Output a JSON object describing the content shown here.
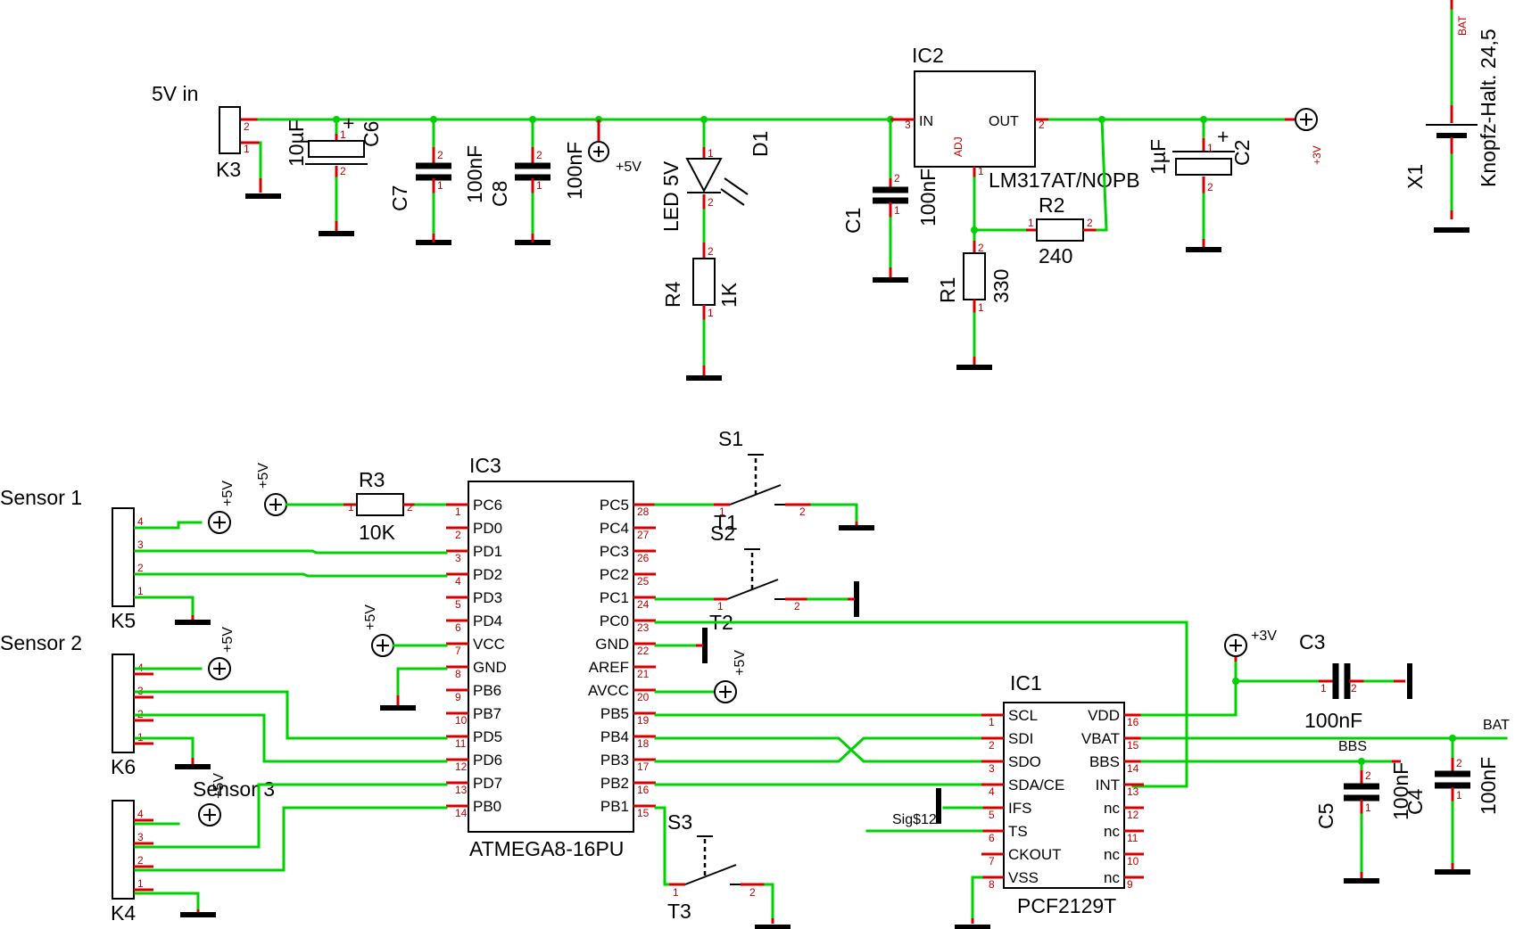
{
  "labels": {
    "input": "5V in",
    "plus5": "+5V",
    "plus3": "+3V",
    "bat": "BAT",
    "bbs": "BBS",
    "sig": "Sig$12",
    "sensor1": "Sensor 1",
    "sensor2": "Sensor 2",
    "sensor3": "Sensor 3",
    "battery_holder": "Knopfz-Halt. 24,5"
  },
  "components": {
    "K3": "K3",
    "K4": "K4",
    "K5": "K5",
    "K6": "K6",
    "C1": "C1",
    "C1_val": "100nF",
    "C2": "C2",
    "C2_val": "1µF",
    "C3": "C3",
    "C3_val": "100nF",
    "C4": "C4",
    "C4_val": "100nF",
    "C5": "C5",
    "C5_val": "100nF",
    "C6": "C6",
    "C6_val": "10µF",
    "C7": "C7",
    "C7_val": "100nF",
    "C8": "C8",
    "C8_val": "100nF",
    "D1": "D1",
    "D1_val": "LED 5V",
    "R1": "R1",
    "R1_val": "330",
    "R2": "R2",
    "R2_val": "240",
    "R3": "R3",
    "R3_val": "10K",
    "R4": "R4",
    "R4_val": "1K",
    "IC2": "IC2",
    "IC2_val": "LM317AT/NOPB",
    "IC2_in": "IN",
    "IC2_out": "OUT",
    "IC2_adj": "ADJ",
    "IC3": "IC3",
    "IC3_val": "ATMEGA8-16PU",
    "IC1": "IC1",
    "IC1_val": "PCF2129T",
    "S1": "S1",
    "S2": "S2",
    "S3": "S3",
    "T1": "T1",
    "T2": "T2",
    "T3": "T3",
    "X1": "X1"
  },
  "ic3_left_pins": [
    {
      "name": "PC6",
      "num": "1"
    },
    {
      "name": "PD0",
      "num": "2"
    },
    {
      "name": "PD1",
      "num": "3"
    },
    {
      "name": "PD2",
      "num": "4"
    },
    {
      "name": "PD3",
      "num": "5"
    },
    {
      "name": "PD4",
      "num": "6"
    },
    {
      "name": "VCC",
      "num": "7"
    },
    {
      "name": "GND",
      "num": "8"
    },
    {
      "name": "PB6",
      "num": "9"
    },
    {
      "name": "PB7",
      "num": "10"
    },
    {
      "name": "PD5",
      "num": "11"
    },
    {
      "name": "PD6",
      "num": "12"
    },
    {
      "name": "PD7",
      "num": "13"
    },
    {
      "name": "PB0",
      "num": "14"
    }
  ],
  "ic3_right_pins": [
    {
      "name": "PC5",
      "num": "28"
    },
    {
      "name": "PC4",
      "num": "27"
    },
    {
      "name": "PC3",
      "num": "26"
    },
    {
      "name": "PC2",
      "num": "25"
    },
    {
      "name": "PC1",
      "num": "24"
    },
    {
      "name": "PC0",
      "num": "23"
    },
    {
      "name": "GND",
      "num": "22"
    },
    {
      "name": "AREF",
      "num": "21"
    },
    {
      "name": "AVCC",
      "num": "20"
    },
    {
      "name": "PB5",
      "num": "19"
    },
    {
      "name": "PB4",
      "num": "18"
    },
    {
      "name": "PB3",
      "num": "17"
    },
    {
      "name": "PB2",
      "num": "16"
    },
    {
      "name": "PB1",
      "num": "15"
    }
  ],
  "ic1_left_pins": [
    {
      "name": "SCL",
      "num": "1"
    },
    {
      "name": "SDI",
      "num": "2"
    },
    {
      "name": "SDO",
      "num": "3"
    },
    {
      "name": "SDA/CE",
      "num": "4"
    },
    {
      "name": "IFS",
      "num": "5"
    },
    {
      "name": "TS",
      "num": "6"
    },
    {
      "name": "CKOUT",
      "num": "7"
    },
    {
      "name": "VSS",
      "num": "8"
    }
  ],
  "ic1_right_pins": [
    {
      "name": "VDD",
      "num": "16"
    },
    {
      "name": "VBAT",
      "num": "15"
    },
    {
      "name": "BBS",
      "num": "14"
    },
    {
      "name": "INT",
      "num": "13"
    },
    {
      "name": "nc",
      "num": "12"
    },
    {
      "name": "nc",
      "num": "11"
    },
    {
      "name": "nc",
      "num": "10"
    },
    {
      "name": "nc",
      "num": "9"
    }
  ],
  "connector_pins": [
    "4",
    "3",
    "2",
    "1"
  ]
}
